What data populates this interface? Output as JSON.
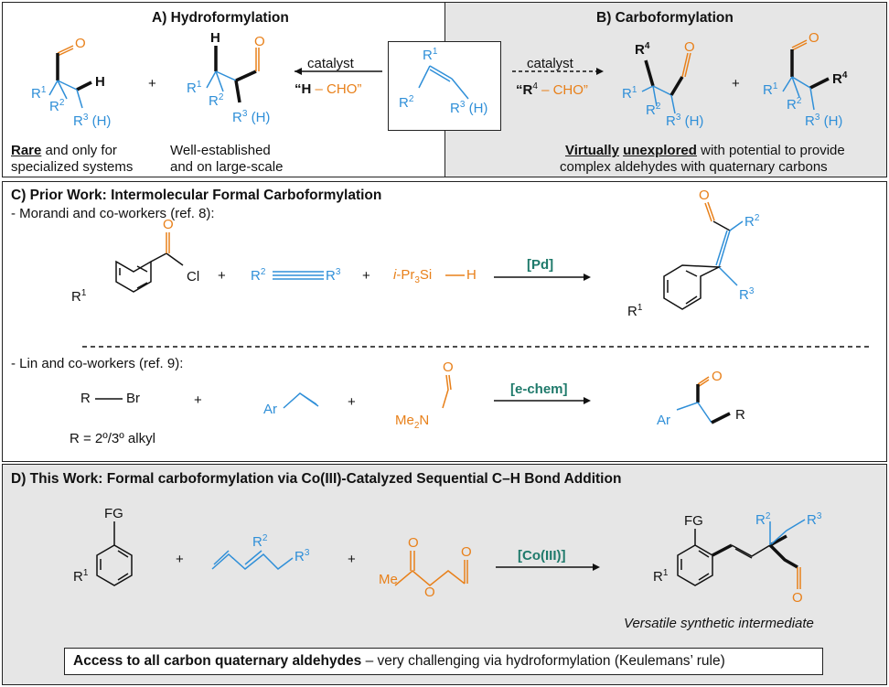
{
  "panelA": {
    "title": "A) Hydroformylation",
    "arrow_label": "catalyst",
    "reagent_h": "“H",
    "reagent_cho": "CHO”",
    "left_product": {
      "r1": "R",
      "r1_sup": "1",
      "r2": "R",
      "r2_sup": "2",
      "r3": "R",
      "r3_sup": "3",
      "r3_paren": " (H)",
      "h": "H"
    },
    "plus": "+",
    "right_product": {
      "h": "H",
      "r1": "R",
      "r1_sup": "1",
      "r2": "R",
      "r2_sup": "2",
      "r3": "R",
      "r3_sup": "3",
      "r3_paren": " (H)"
    },
    "caption_left_bold": "Rare",
    "caption_left_rest": " and only for",
    "caption_left_line2": "specialized systems",
    "caption_right_line1": "Well-established",
    "caption_right_line2": "and on large-scale"
  },
  "center_alkene": {
    "r1": "R",
    "r1_sup": "1",
    "r2": "R",
    "r2_sup": "2",
    "r3": "R",
    "r3_sup": "3",
    "r3_paren": " (H)"
  },
  "panelB": {
    "title": "B) Carboformylation",
    "arrow_label": "catalyst",
    "reagent_r": "“R",
    "reagent_sup": "4",
    "reagent_cho": "CHO”",
    "left_product": {
      "r4": "R",
      "r4_sup": "4",
      "r1": "R",
      "r1_sup": "1",
      "r2": "R",
      "r2_sup": "2",
      "r3": "R",
      "r3_sup": "3",
      "r3_paren": " (H)"
    },
    "plus": "+",
    "right_product": {
      "r4": "R",
      "r4_sup": "4",
      "r1": "R",
      "r1_sup": "1",
      "r2": "R",
      "r2_sup": "2",
      "r3": "R",
      "r3_sup": "3",
      "r3_paren": " (H)"
    },
    "caption_bold1": "Virtually",
    "caption_bold2": "unexplored",
    "caption_rest": " with potential to provide",
    "caption_line2": "complex aldehydes with quaternary carbons"
  },
  "panelC": {
    "title": "C) Prior Work: Intermolecular Formal Carboformylation",
    "morandi_label": "- Morandi and co-workers (ref. 8):",
    "morandi": {
      "r1": "R",
      "r1_sup": "1",
      "cl": "Cl",
      "o": "O",
      "alkyne_r2": "R",
      "alkyne_r2_sup": "2",
      "alkyne_r3": "R",
      "alkyne_r3_sup": "3",
      "silane_ipr": "i",
      "silane_rest": "-Pr",
      "silane_sub": "3",
      "silane_si": "Si",
      "silane_h": "H",
      "catalyst": "[Pd]",
      "product_o": "O",
      "product_r2": "R",
      "product_r2_sup": "2",
      "product_r3": "R",
      "product_r3_sup": "3",
      "product_r1": "R",
      "product_r1_sup": "1"
    },
    "lin_label": "- Lin and co-workers (ref. 9):",
    "lin": {
      "r": "R",
      "br": "Br",
      "r_def": "R = 2º/3º alkyl",
      "ar": "Ar",
      "dmf_o": "O",
      "dmf_me": "Me",
      "dmf_sub": "2",
      "dmf_n": "N",
      "catalyst": "[e-chem]",
      "product_o": "O",
      "product_ar": "Ar",
      "product_r": "R"
    },
    "plus": "+"
  },
  "panelD": {
    "title": "D) This Work: Formal carboformylation via Co(III)-Catalyzed Sequential C–H Bond Addition",
    "fg": "FG",
    "r1": "R",
    "r1_sup": "1",
    "diene_r2": "R",
    "diene_r2_sup": "2",
    "diene_r3": "R",
    "diene_r3_sup": "3",
    "anhydride_o1": "O",
    "anhydride_o2": "O",
    "anhydride_o3": "O",
    "anhydride_me": "Me",
    "catalyst": "[Co(III)]",
    "product_fg": "FG",
    "product_r1": "R",
    "product_r1_sup": "1",
    "product_r2": "R",
    "product_r2_sup": "2",
    "product_r3": "R",
    "product_r3_sup": "3",
    "product_o": "O",
    "product_caption": "Versatile synthetic intermediate",
    "plus": "+",
    "footer_bold": "Access to all carbon quaternary aldehydes",
    "footer_rest": " – very challenging via hydroformylation (Keulemans’ rule)"
  },
  "colors": {
    "blue": "#2f8fd8",
    "orange": "#e8801a",
    "teal": "#1f7a6b",
    "panel_gray": "#e6e6e6"
  }
}
